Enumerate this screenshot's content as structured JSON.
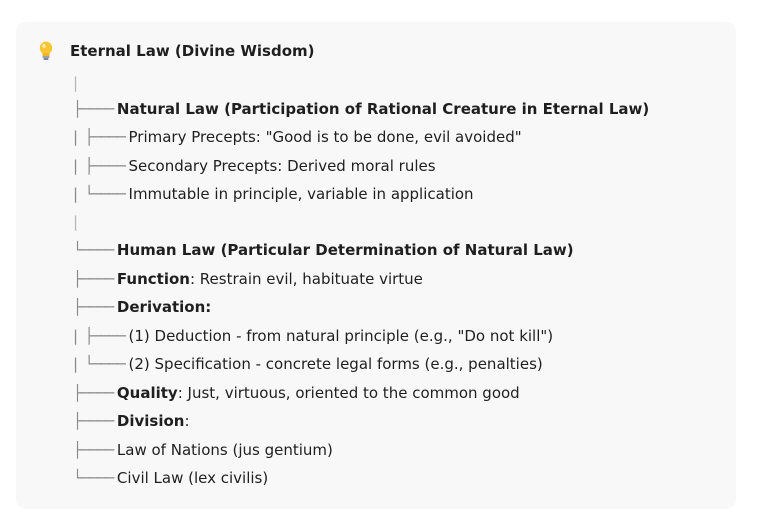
{
  "root": {
    "label": "Eternal Law (Divine Wisdom)",
    "icon": "lightbulb-icon"
  },
  "lines": [
    {
      "prefix": "|",
      "label": "",
      "rest": ""
    },
    {
      "prefix": "├──── ",
      "label": "Natural Law (Participation of Rational Creature in Eternal Law)",
      "rest": ""
    },
    {
      "prefix": "|  ├──── ",
      "label": "",
      "rest": "Primary Precepts: \"Good is to be done, evil avoided\""
    },
    {
      "prefix": "|  ├──── ",
      "label": "",
      "rest": "Secondary Precepts: Derived moral rules"
    },
    {
      "prefix": "|  └──── ",
      "label": "",
      "rest": "Immutable in principle, variable in application"
    },
    {
      "prefix": "|",
      "label": "",
      "rest": ""
    },
    {
      "prefix": "└──── ",
      "label": "Human Law (Particular Determination of Natural Law)",
      "rest": ""
    },
    {
      "prefix": "├──── ",
      "label": "Function",
      "rest": ": Restrain evil, habituate virtue"
    },
    {
      "prefix": "├──── ",
      "label": "Derivation:",
      "rest": ""
    },
    {
      "prefix": "|  ├──── ",
      "label": "",
      "rest": "(1) Deduction - from natural principle (e.g., \"Do not kill\")"
    },
    {
      "prefix": "|  └──── ",
      "label": "",
      "rest": "(2) Specification - concrete legal forms (e.g., penalties)"
    },
    {
      "prefix": "├──── ",
      "label": "Quality",
      "rest": ": Just, virtuous, oriented to the common good"
    },
    {
      "prefix": "├──── ",
      "label": "Division",
      "rest": ":"
    },
    {
      "prefix": "├──── ",
      "label": "",
      "rest": "Law of Nations (jus gentium)"
    },
    {
      "prefix": "└──── ",
      "label": "",
      "rest": "Civil Law (lex civilis)"
    }
  ]
}
